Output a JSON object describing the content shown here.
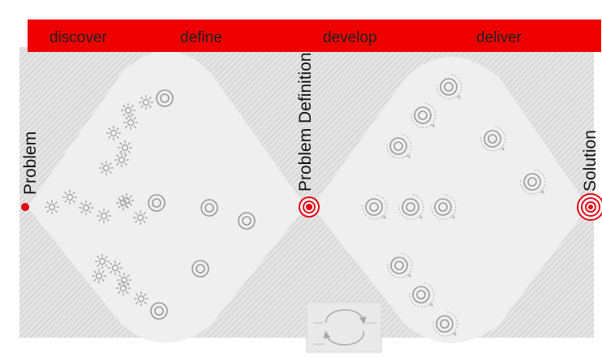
{
  "phases": [
    {
      "label": "discover"
    },
    {
      "label": "define"
    },
    {
      "label": "develop"
    },
    {
      "label": "deliver"
    }
  ],
  "milestones": {
    "problem": "Problem",
    "problem_definition": "Problem Definition",
    "solution": "Solution"
  },
  "colors": {
    "header_red": "#ee0000",
    "accent_red": "#e30613",
    "panel_fill": "#eeeeee",
    "hatch_background": "#dedede",
    "icon_gray": "#999999"
  },
  "icons": {
    "idea": "sun-burst-icon",
    "target": "concentric-target-icon",
    "iterating_target": "target-with-loop-arrow-icon",
    "milestone": "red-target-icon",
    "start": "red-dot-icon"
  },
  "legend": {
    "content": "faint-cycle-diagram"
  }
}
